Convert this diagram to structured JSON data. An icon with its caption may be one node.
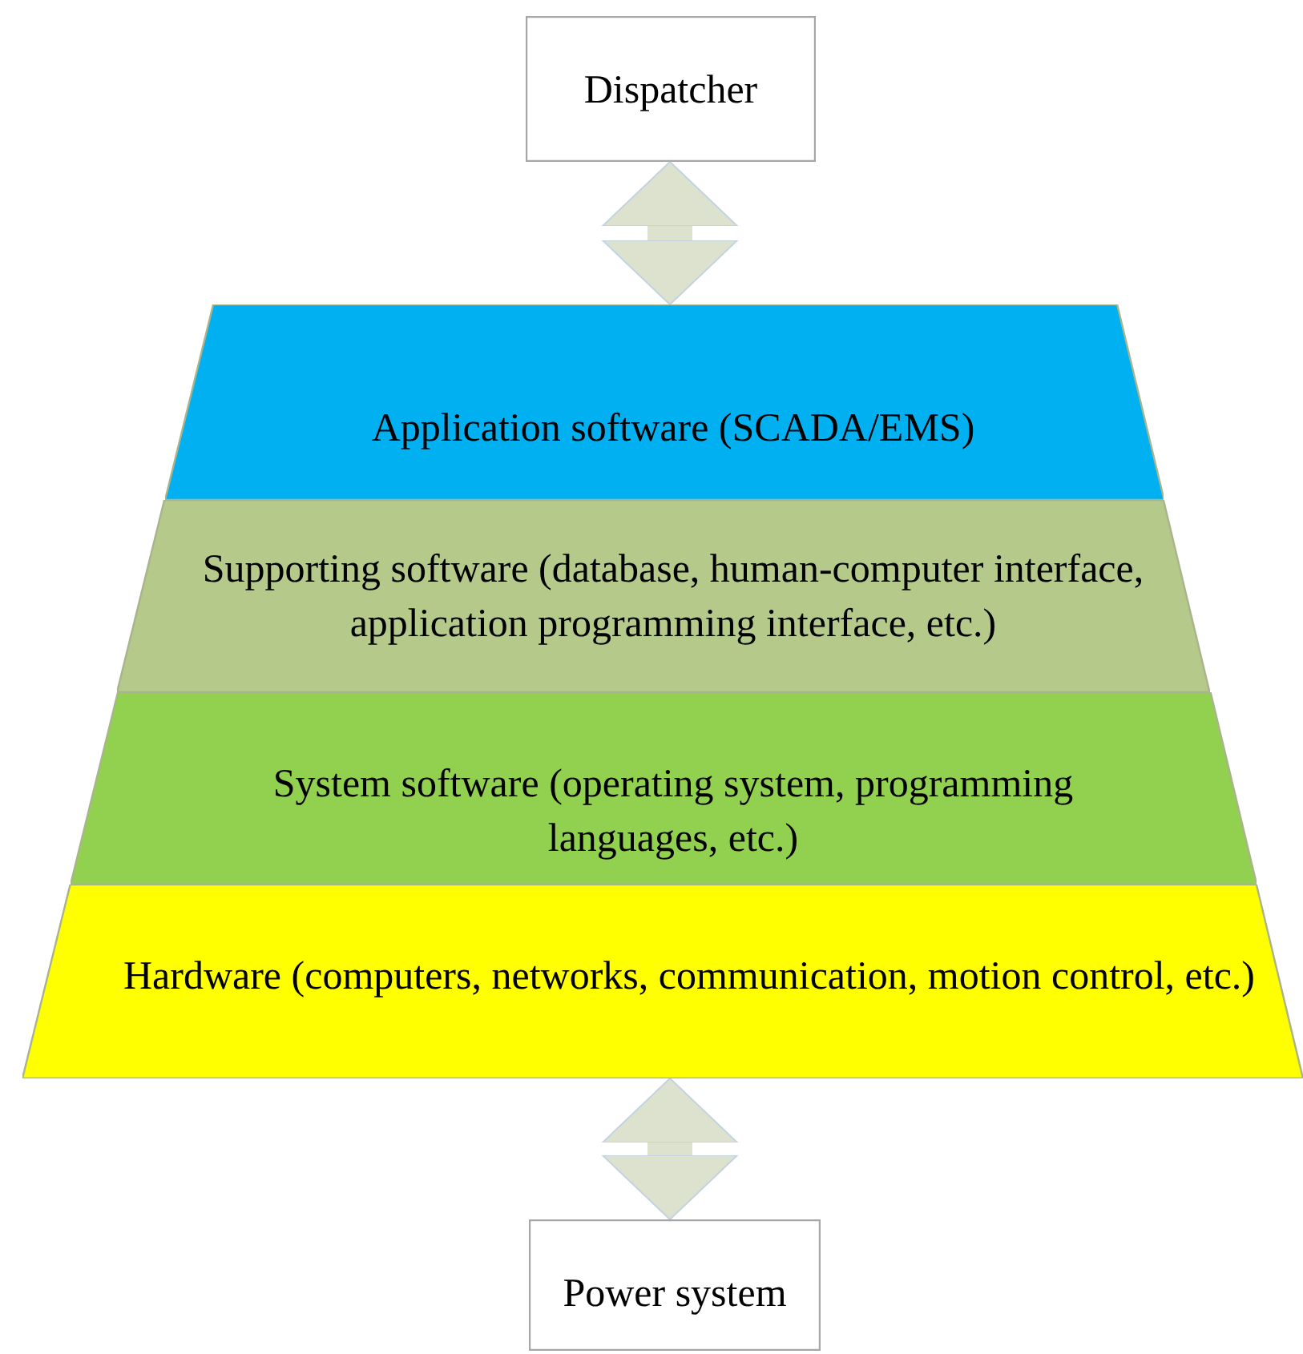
{
  "diagram": {
    "nodes": [
      {
        "text": [
          "Dispatcher"
        ]
      },
      {
        "text": [
          "Application software (SCADA/EMS)"
        ]
      },
      {
        "text": [
          "Supporting software (database, human-computer interface, application programming interface, etc.)"
        ]
      },
      {
        "text": [
          "System software (operating system, programming languages, etc.)"
        ]
      },
      {
        "text": [
          "Hardware (computers, networks, communication, motion control, etc.)"
        ]
      },
      {
        "text": [
          "Power system"
        ]
      }
    ],
    "edges": [
      {
        "from": 0,
        "to": 1,
        "arrow": "both"
      },
      {
        "from": 4,
        "to": 5,
        "arrow": "both"
      }
    ]
  }
}
